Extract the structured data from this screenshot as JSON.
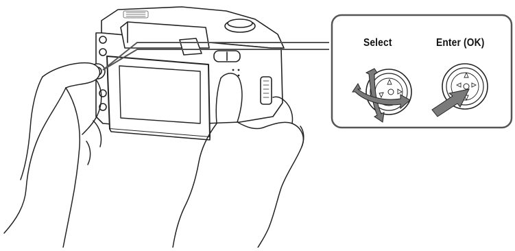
{
  "callout": {
    "select_label": "Select",
    "enter_label": "Enter (OK)"
  },
  "icons": [
    "camera-illustration",
    "left-hand",
    "right-hand",
    "control-dial-select-icon",
    "control-dial-enter-icon",
    "rotate-arrow-icon",
    "press-arrow-icon"
  ],
  "colors": {
    "line": "#222222",
    "callout_border": "#555555",
    "arrow_fill": "#7a7a7a",
    "body_fill": "#ffffff"
  }
}
